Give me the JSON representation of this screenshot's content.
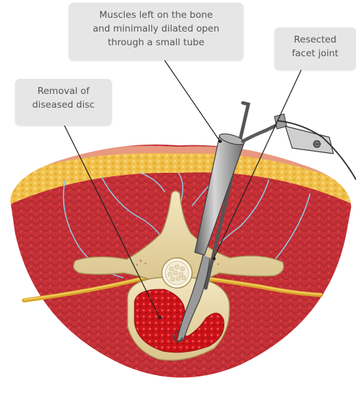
{
  "callouts": {
    "muscles": {
      "lines": [
        "Muscles left on the bone",
        "and minimally dilated open",
        "through a small tube"
      ]
    },
    "facet": {
      "lines": [
        "Resected",
        "facet joint"
      ]
    },
    "disc": {
      "lines": [
        "Removal of",
        "diseased disc"
      ]
    }
  },
  "colors": {
    "callout_bg": "#e6e6e6",
    "callout_text": "#555555",
    "muscle": "#c8333a",
    "fat": "#f0c04a",
    "skin": "#e8a086",
    "bone": "#ecdcae",
    "disc": "#d4151c",
    "nerve": "#e8b93a",
    "tube": "#8e8e8e"
  }
}
